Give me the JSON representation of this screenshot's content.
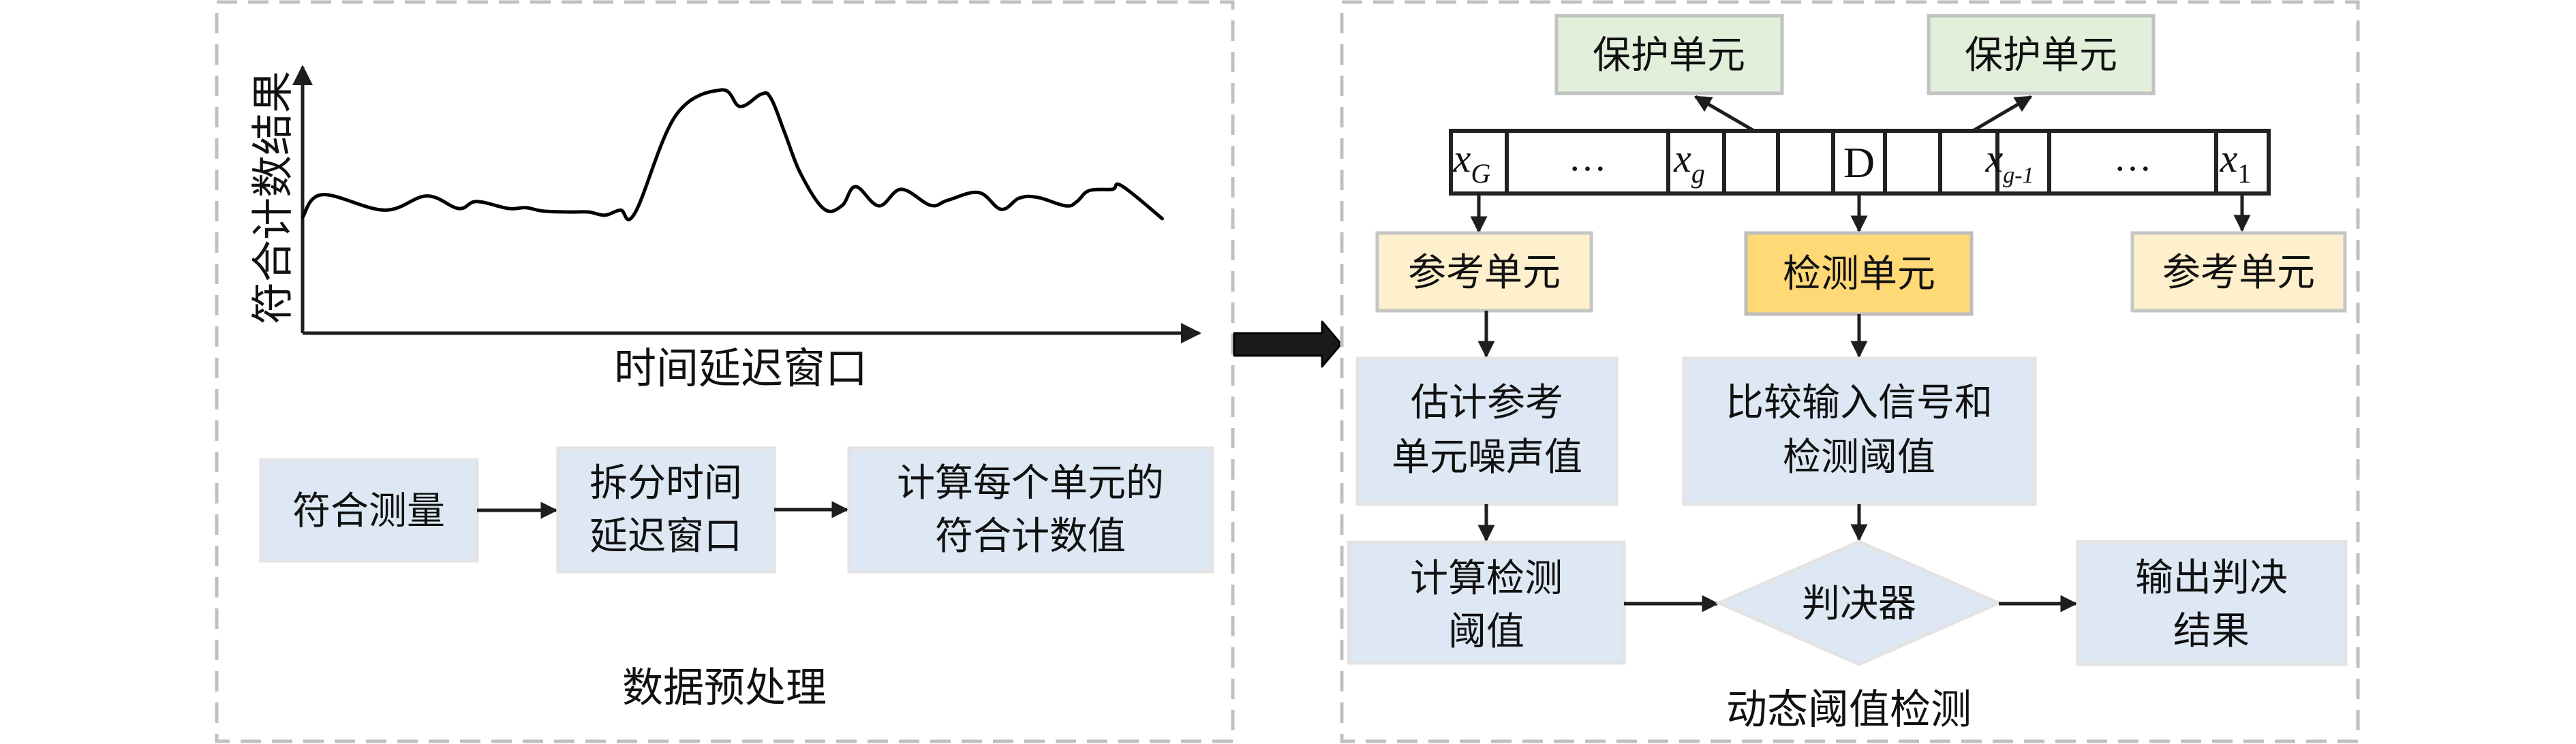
{
  "colors": {
    "process_fill": "#dde8f4",
    "process_border": "#e3e3e3",
    "guard_fill": "#e2efdb",
    "guard_border": "#c2c2c2",
    "reference_fill": "#fff0cd",
    "reference_border": "#c6c6c6",
    "detect_fill": "#ffd976",
    "detect_border": "#bdbdbd",
    "hatch_fill": "#d4d4d4",
    "panel_border": "#c0c0c0"
  },
  "preprocess": {
    "caption": "数据预处理",
    "chart": {
      "y_label": "符合计数结果",
      "x_label": "时间延迟窗口"
    },
    "steps": [
      {
        "lines": [
          "符合测量"
        ]
      },
      {
        "lines": [
          "拆分时间",
          "延迟窗口"
        ]
      },
      {
        "lines": [
          "计算每个单元的",
          "符合计数值"
        ]
      }
    ]
  },
  "detection": {
    "caption": "动态阈值检测",
    "guard_labels": [
      "保护单元",
      "保护单元"
    ],
    "cells": [
      {
        "type": "ref",
        "symbol": "x",
        "sub": "G"
      },
      {
        "type": "dots",
        "symbol": "…"
      },
      {
        "type": "ref",
        "symbol": "x",
        "sub": "g"
      },
      {
        "type": "guard"
      },
      {
        "type": "guard"
      },
      {
        "type": "test",
        "symbol": "D"
      },
      {
        "type": "guard"
      },
      {
        "type": "guard"
      },
      {
        "type": "ref",
        "symbol": "x",
        "sub": "g-1"
      },
      {
        "type": "dots",
        "symbol": "…"
      },
      {
        "type": "ref",
        "symbol": "x",
        "sub": "1"
      }
    ],
    "reference_left": "参考单元",
    "detect_cell": "检测单元",
    "reference_right": "参考单元",
    "estimate": [
      "估计参考",
      "单元噪声值"
    ],
    "compare": [
      "比较输入信号和",
      "检测阈值"
    ],
    "threshold": [
      "计算检测",
      "阈值"
    ],
    "decider": "判决器",
    "output": [
      "输出判决",
      "结果"
    ]
  },
  "chart_data": {
    "type": "line",
    "title": "",
    "xlabel": "时间延迟窗口",
    "ylabel": "符合计数结果",
    "x_range": [
      0,
      100
    ],
    "y_range": [
      0,
      100
    ],
    "grid": false,
    "legend": "none",
    "note": "Schematic coincidence-count curve without ticks; values are relative (0–100) estimated from the axes.",
    "x": [
      0,
      2.3,
      9.5,
      14.4,
      18.1,
      20.2,
      23.9,
      25.9,
      28.0,
      31.0,
      33.2,
      35.1,
      36.9,
      38.6,
      43.3,
      48.6,
      50.8,
      53.3,
      54.4,
      56.0,
      57.8,
      60.5,
      62.6,
      64.2,
      66.9,
      69.5,
      72.9,
      74.9,
      78.5,
      81.1,
      83.2,
      85.3,
      88.6,
      89.9,
      91.3,
      94.0,
      95.1,
      99.8
    ],
    "y": [
      43.5,
      52.0,
      46.2,
      51.5,
      46.8,
      49.4,
      46.8,
      47.1,
      45.8,
      45.5,
      45.5,
      44.3,
      46.2,
      45.2,
      81.6,
      91.3,
      85.1,
      89.8,
      88.0,
      75.0,
      60.0,
      46.7,
      47.8,
      55.0,
      47.8,
      54.0,
      48.0,
      49.9,
      52.8,
      46.5,
      50.7,
      51.0,
      47.8,
      49.4,
      53.5,
      54.0,
      55.3,
      43.0
    ]
  }
}
